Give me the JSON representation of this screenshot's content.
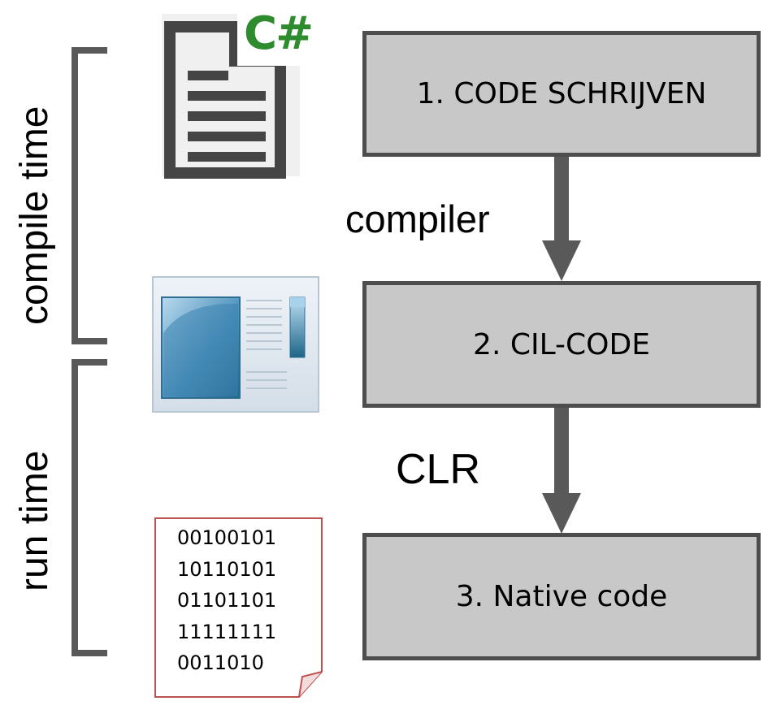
{
  "phases": {
    "compile_time": "compile time",
    "run_time": "run time"
  },
  "steps": [
    {
      "label": "1. CODE SCHRIJVEN"
    },
    {
      "label": "2. CIL-CODE"
    },
    {
      "label": "3. Native code"
    }
  ],
  "edges": [
    {
      "from": "1. CODE SCHRIJVEN",
      "to": "2. CIL-CODE",
      "label": "compiler"
    },
    {
      "from": "2. CIL-CODE",
      "to": "3. Native code",
      "label": "CLR"
    }
  ],
  "icons": {
    "csharp_file": {
      "name": "csharp-file-icon",
      "badge": "C#",
      "badge_color": "#2e8b2e"
    },
    "assembly_file": {
      "name": "cil-assembly-icon"
    },
    "binary_file": {
      "name": "binary-document-icon",
      "lines": [
        "00100101",
        "10110101",
        "01101101",
        "11111111",
        "0011010"
      ]
    }
  },
  "colors": {
    "box_fill": "#c8c8c8",
    "box_border": "#4d4d4d",
    "arrow": "#595959",
    "bracket": "#595959",
    "binary_border": "#c0504d"
  }
}
